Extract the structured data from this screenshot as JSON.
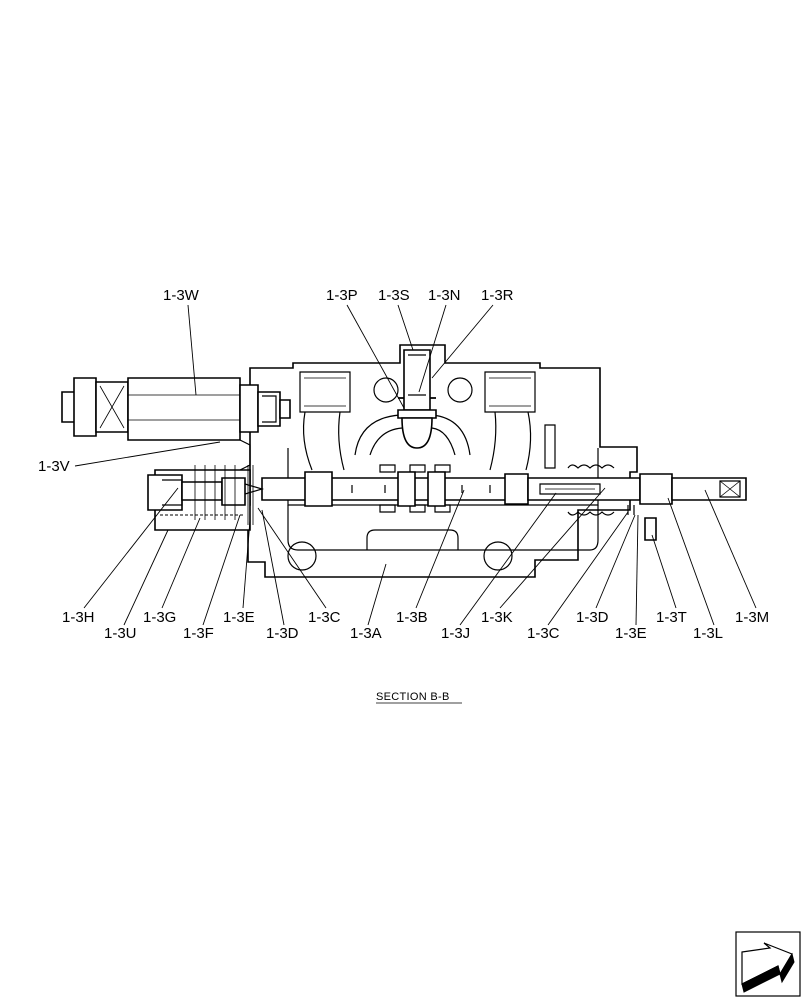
{
  "section_title": "SECTION  B-B",
  "callouts": {
    "w": "1-3W",
    "p": "1-3P",
    "s": "1-3S",
    "n": "1-3N",
    "r": "1-3R",
    "v": "1-3V",
    "h": "1-3H",
    "u": "1-3U",
    "g": "1-3G",
    "f": "1-3F",
    "e_left": "1-3E",
    "d_left": "1-3D",
    "c_left": "1-3C",
    "a": "1-3A",
    "b": "1-3B",
    "j": "1-3J",
    "k": "1-3K",
    "c_right": "1-3C",
    "d_right": "1-3D",
    "e_right": "1-3E",
    "t": "1-3T",
    "l": "1-3L",
    "m": "1-3M"
  },
  "nav_icon": "next-page-arrow-icon"
}
